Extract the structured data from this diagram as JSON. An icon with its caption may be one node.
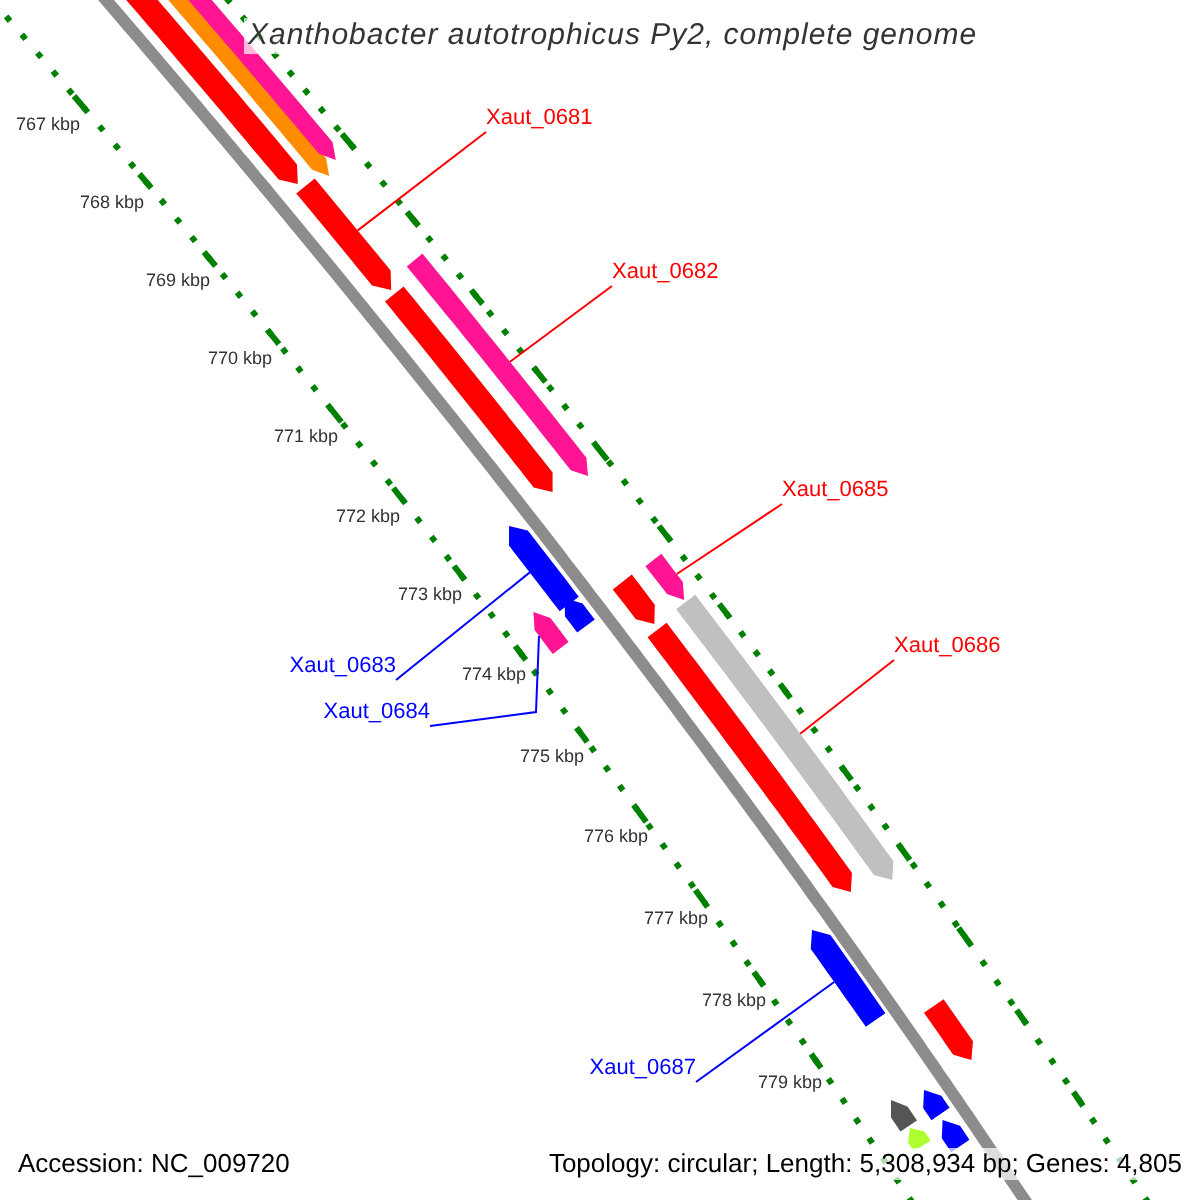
{
  "diagram": {
    "title": "Xanthobacter autotrophicus Py2, complete genome",
    "nodes": [
      {
        "text": [
          "Xaut_0681"
        ]
      },
      {
        "text": [
          "Xaut_0682"
        ]
      },
      {
        "text": [
          "Xaut_0685"
        ]
      },
      {
        "text": [
          "Xaut_0686"
        ]
      },
      {
        "text": [
          "Xaut_0683"
        ]
      },
      {
        "text": [
          "Xaut_0684"
        ]
      },
      {
        "text": [
          "Xaut_0687"
        ]
      },
      {
        "text": [],
        "shape": "bar"
      },
      {
        "text": [],
        "shape": "bar"
      },
      {
        "text": [],
        "shape": "bar"
      },
      {
        "text": [],
        "shape": "bar"
      },
      {
        "text": [],
        "shape": "bar"
      },
      {
        "text": [],
        "shape": "bar"
      },
      {
        "text": [],
        "shape": "bar"
      },
      {
        "text": [],
        "shape": "bar"
      },
      {
        "text": [],
        "shape": "bar"
      },
      {
        "text": [],
        "shape": "bar"
      },
      {
        "text": [],
        "shape": "bar"
      },
      {
        "text": [],
        "shape": "bar"
      },
      {
        "text": [],
        "shape": "bar"
      },
      {
        "text": [],
        "shape": "bar"
      },
      {
        "text": [],
        "shape": "bar"
      },
      {
        "text": [],
        "shape": "bar"
      },
      {
        "text": [],
        "shape": "bar"
      },
      {
        "text": [],
        "shape": "bar"
      },
      {
        "text": [],
        "shape": "bar"
      }
    ],
    "edges": [
      {
        "from": 0,
        "to": 10,
        "arrow": "none"
      },
      {
        "from": 1,
        "to": 11,
        "arrow": "none"
      },
      {
        "from": 2,
        "to": 14,
        "arrow": "none"
      },
      {
        "from": 3,
        "to": 17,
        "arrow": "none"
      },
      {
        "from": 4,
        "to": 13,
        "arrow": "none",
        "color": "#0000ff"
      },
      {
        "from": 5,
        "to": 18,
        "arrow": "none",
        "color": "#0000ff"
      },
      {
        "from": 6,
        "to": 20,
        "arrow": "none",
        "color": "#0000ff"
      }
    ],
    "labels": [
      "767 kbp",
      "768 kbp",
      "769 kbp",
      "770 kbp",
      "771 kbp",
      "772 kbp",
      "773 kbp",
      "774 kbp",
      "775 kbp",
      "776 kbp",
      "777 kbp",
      "778 kbp",
      "779 kbp",
      "Accession: NC_009720",
      "Topology: circular; Length: 5,308,934 bp; Genes: 4,805"
    ]
  }
}
